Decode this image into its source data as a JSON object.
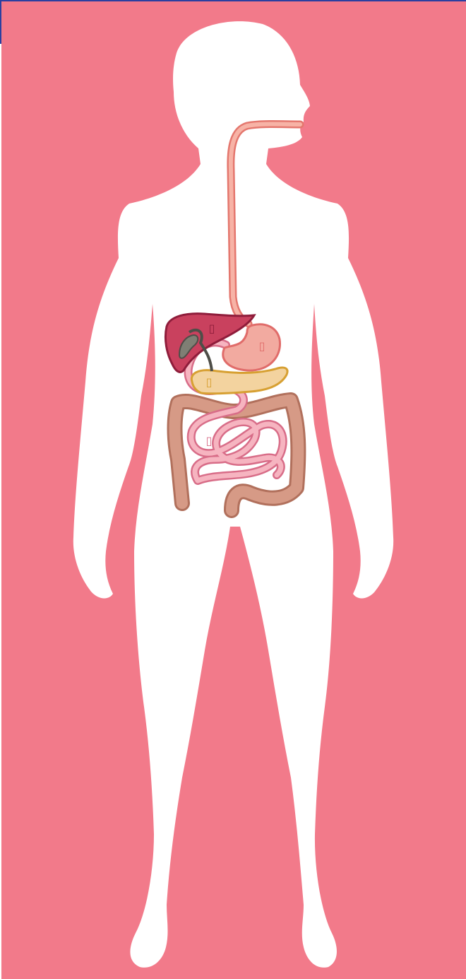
{
  "title": "",
  "colors": {
    "background": "#f27a8a",
    "silhouette": "#ffffff",
    "frame": "#2b3fa0",
    "esophagus_fill": "#f7b3a6",
    "esophagus_edge": "#e4776e",
    "liver_fill": "#c9415e",
    "liver_edge": "#8f1d3b",
    "gallbladder_fill": "#7f7f74",
    "gallbladder_edge": "#4e4e48",
    "stomach_fill": "#f2aaa0",
    "stomach_edge": "#e06c6a",
    "pancreas_fill": "#f3d39f",
    "pancreas_edge": "#d7a032",
    "small_intestine_fill": "#f6b4c0",
    "small_intestine_edge": "#d86d88",
    "large_intestine_fill": "#d69a86",
    "large_intestine_edge": "#b1705c"
  },
  "organs": [
    {
      "id": "esophagus",
      "label": "",
      "icon": "esophagus-icon"
    },
    {
      "id": "liver",
      "label": "",
      "marker": "▯",
      "icon": "liver-icon"
    },
    {
      "id": "gallbladder",
      "label": "",
      "icon": "gallbladder-icon"
    },
    {
      "id": "stomach",
      "label": "",
      "marker": "▯",
      "icon": "stomach-icon"
    },
    {
      "id": "pancreas",
      "label": "",
      "marker": "▯",
      "icon": "pancreas-icon"
    },
    {
      "id": "small-intestine",
      "label": "",
      "marker": "▯",
      "icon": "small-intestine-icon"
    },
    {
      "id": "large-intestine",
      "label": "",
      "icon": "large-intestine-icon"
    }
  ]
}
